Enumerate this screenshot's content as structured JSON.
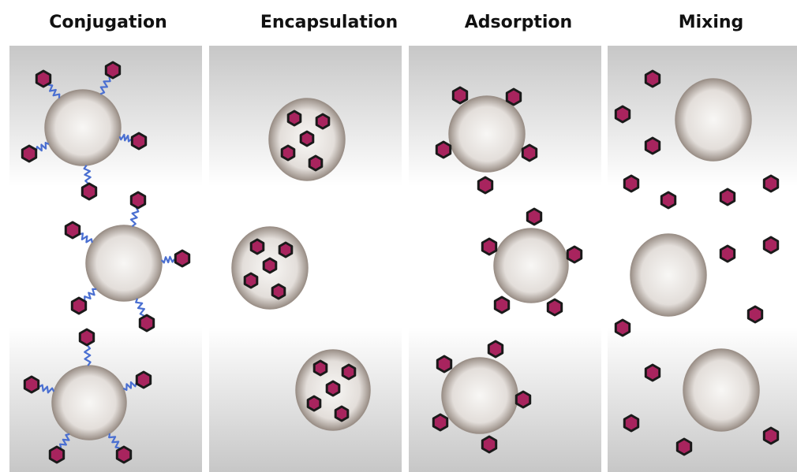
{
  "panels": [
    {
      "title": "Conjugation",
      "mode": "conjugation"
    },
    {
      "title": "Encapsulation",
      "mode": "encapsulation"
    },
    {
      "title": "Adsorption",
      "mode": "adsorption"
    },
    {
      "title": "Mixing",
      "mode": "mixing"
    }
  ],
  "colors": {
    "drug_fill": "#a8245e",
    "drug_outline": "#1a1a1a",
    "linker": "#4a6fd1",
    "carrier_edge": "#9b9088",
    "carrier_center": "#f8f7f5",
    "carrier_mid": "#e3deda",
    "panel_gray": "#c7c7c7",
    "panel_white": "#ffffff"
  },
  "icons": {
    "drug": "hexagon-drug-molecule-icon",
    "carrier": "nanoparticle-carrier-icon",
    "linker": "zigzag-linker-icon"
  }
}
